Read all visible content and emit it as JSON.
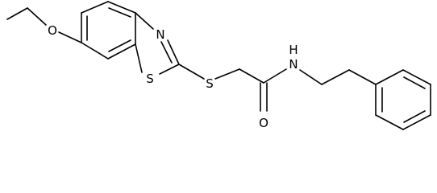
{
  "molecule": {
    "atom_labels": {
      "o_ether": "O",
      "n_thiazole": "N",
      "s_thiazole": "S",
      "s_thioether": "S",
      "o_carbonyl": "O",
      "nh_amide": "N",
      "h_amide": "H"
    },
    "colors": {
      "bond": "#000000",
      "text": "#000000",
      "background": "#ffffff"
    }
  }
}
